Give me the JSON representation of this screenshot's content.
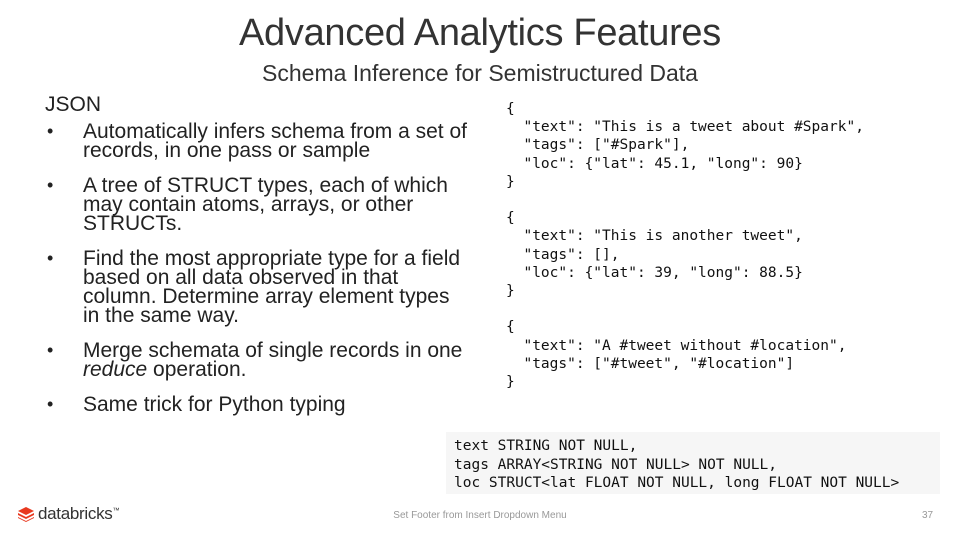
{
  "slide": {
    "title": "Advanced Analytics Features",
    "subtitle": "Schema Inference for Semistructured Data",
    "section": "JSON",
    "bullets": [
      "Automatically infers schema from a set of records, in one pass or sample",
      "A tree of STRUCT types, each of which may contain atoms, arrays, or other STRUCTs.",
      "Find the most appropriate type for a field based on all data observed in that column. Determine array element types in the same way.",
      "Same trick for Python typing"
    ],
    "bullet_merge": {
      "before": "Merge schemata of single records in one ",
      "emphasis": "reduce",
      "after": " operation."
    },
    "json_example": "{\n  \"text\": \"This is a tweet about #Spark\",\n  \"tags\": [\"#Spark\"],\n  \"loc\": {\"lat\": 45.1, \"long\": 90}\n}\n\n{\n  \"text\": \"This is another tweet\",\n  \"tags\": [],\n  \"loc\": {\"lat\": 39, \"long\": 88.5}\n}\n\n{\n  \"text\": \"A #tweet without #location\",\n  \"tags\": [\"#tweet\", \"#location\"]\n}",
    "schema_example": "text STRING NOT NULL,\ntags ARRAY<STRING NOT NULL> NOT NULL,\nloc STRUCT<lat FLOAT NOT NULL, long FLOAT NOT NULL>",
    "footer": "Set Footer from Insert Dropdown Menu",
    "page_number": "37",
    "logo_text": "databricks",
    "logo_mark": "™",
    "logo_icon": "databricks-logo-icon",
    "accent_color": "#e8391f"
  }
}
